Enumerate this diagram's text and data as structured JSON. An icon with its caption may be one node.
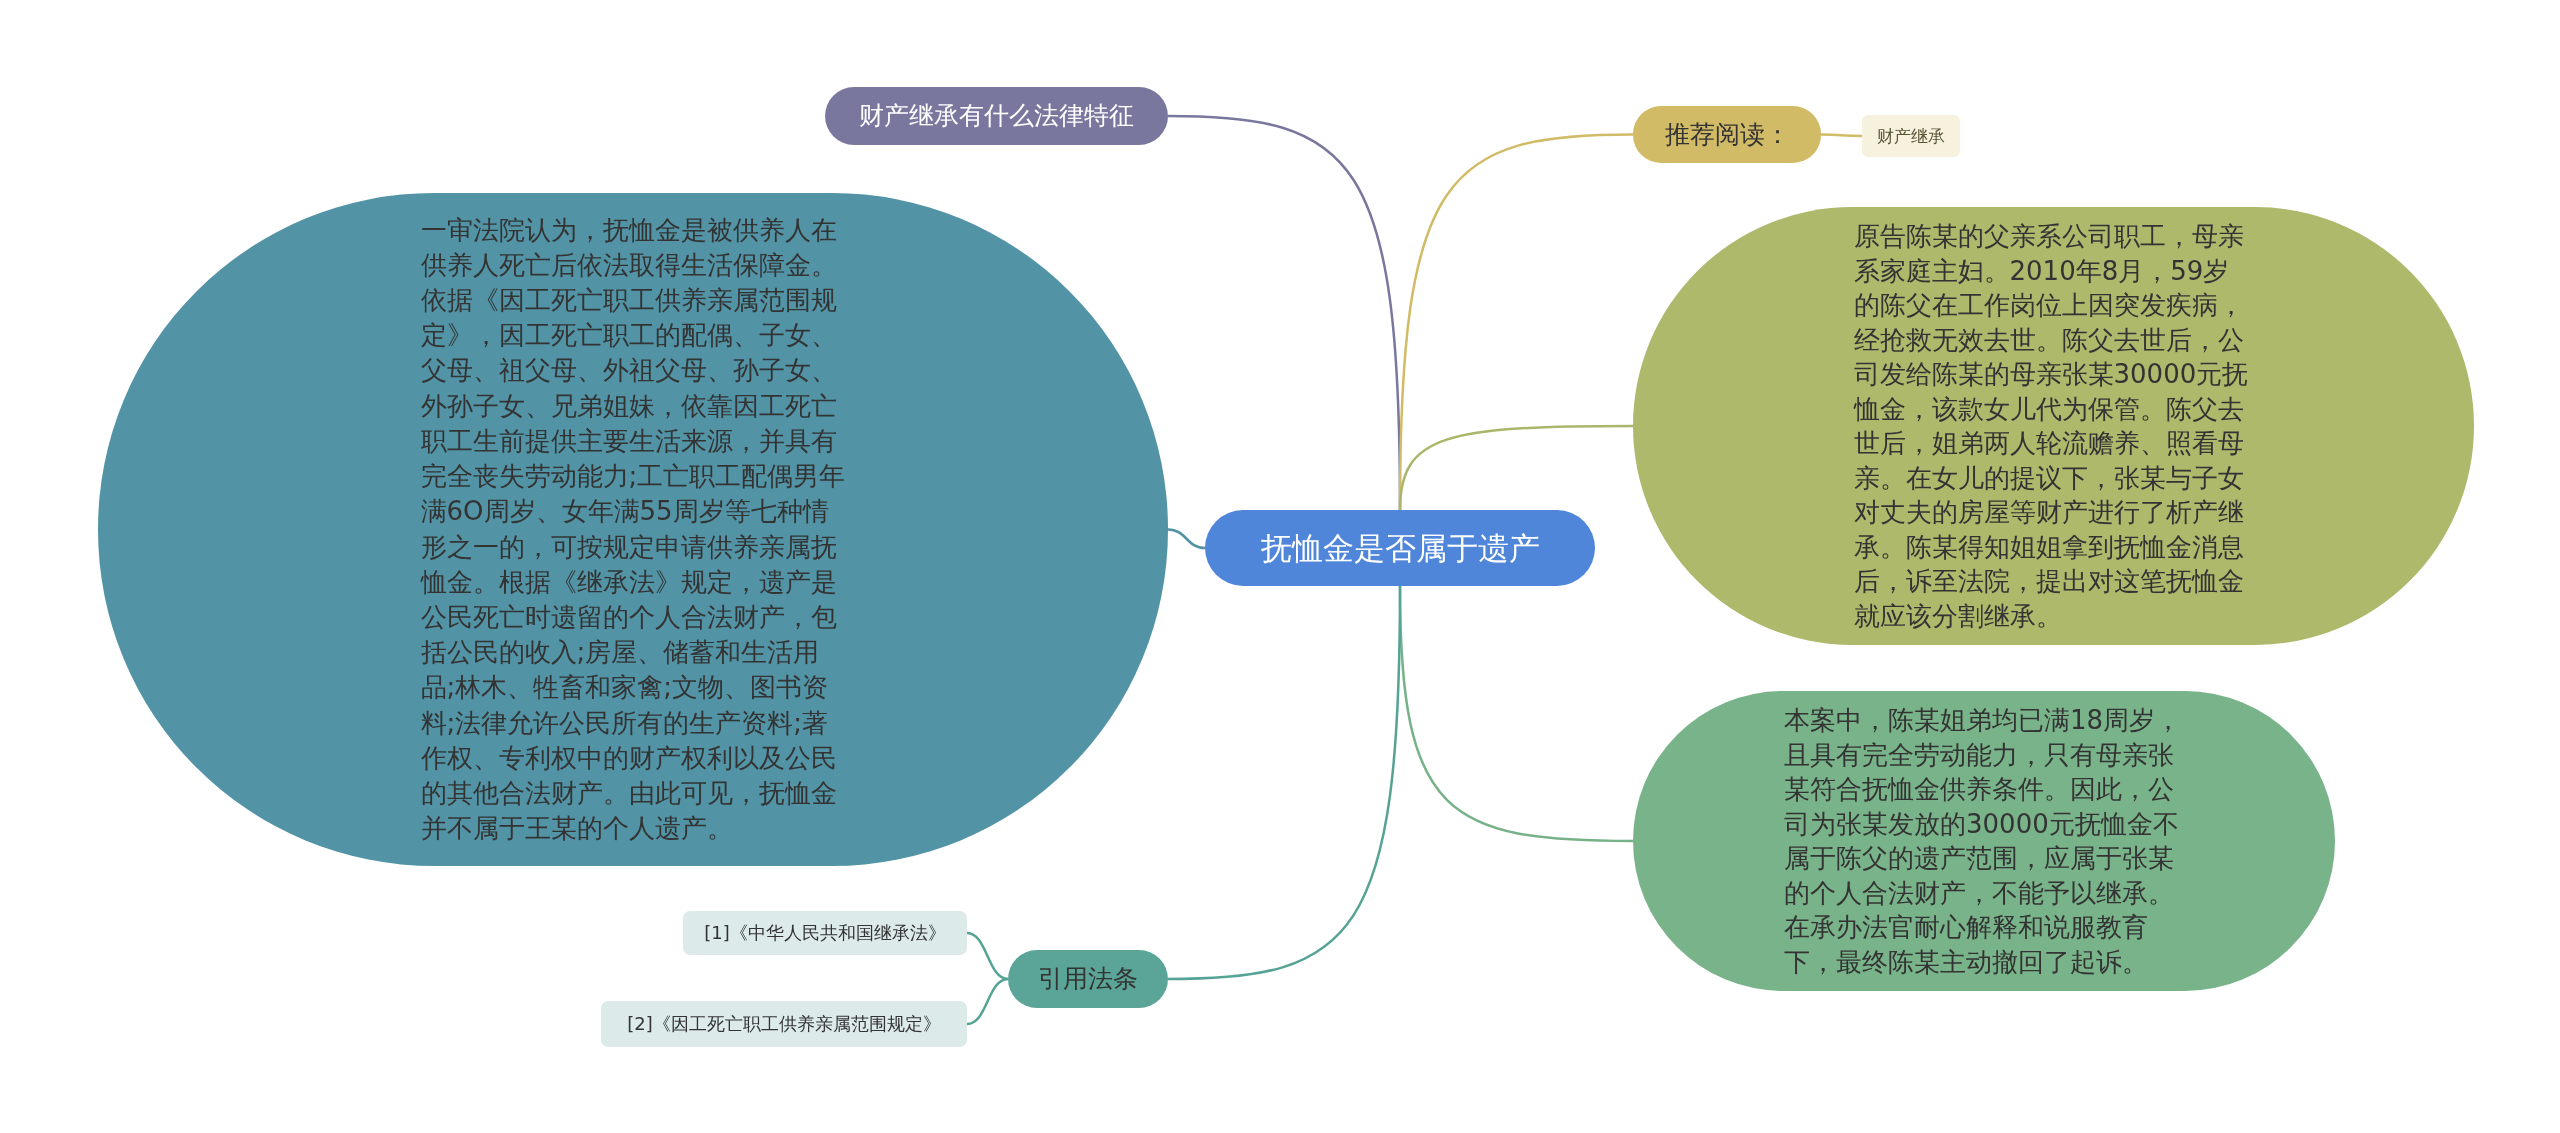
{
  "diagram": {
    "nodes": [
      {
        "text": [
          "抚恤金是否属于遗产"
        ]
      },
      {
        "text": [
          "财产继承有什么法律特征"
        ]
      },
      {
        "text": [
          "推荐阅读："
        ]
      },
      {
        "text": [
          "财产继承"
        ]
      },
      {
        "text": [
          "原告陈某的父亲系公司职工，母亲系家庭主妇。2010年8月，59岁的陈父在工作岗位上因突发疾病，经抢救无效去世。陈父去世后，公司发给陈某的母亲张某30000元抚恤金，该款女儿代为保管。陈父去世后，姐弟两人轮流赡养、照看母亲。在女儿的提议下，张某与子女对丈夫的房屋等财产进行了析产继承。陈某得知姐姐拿到抚恤金消息后，诉至法院，提出对这笔抚恤金就应该分割继承。"
        ]
      },
      {
        "text": [
          "本案中，陈某姐弟均已满18周岁，且具有完全劳动能力，只有母亲张某符合抚恤金供养条件。因此，公司为张某发放的30000元抚恤金不属于陈父的遗产范围，应属于张某的个人合法财产，不能予以继承。在承办法官耐心解释和说服教育下，最终陈某主动撤回了起诉。"
        ]
      },
      {
        "text": [
          "一审法院认为，抚恤金是被供养人在供养人死亡后依法取得生活保障金。依据《因工死亡职工供养亲属范围规定》，因工死亡职工的配偶、子女、父母、祖父母、外祖父母、孙子女、外孙子女、兄弟姐妹，依靠因工死亡职工生前提供主要生活来源，并具有完全丧失劳动能力;工亡职工配偶男年满6O周岁、女年满55周岁等七种情形之一的，可按规定申请供养亲属抚恤金。根据《继承法》规定，遗产是公民死亡时遗留的个人合法财产，包括公民的收入;房屋、储蓄和生活用品;林木、牲畜和家禽;文物、图书资料;法律允许公民所有的生产资料;著作权、专利权中的财产权利以及公民的其他合法财产。由此可见，抚恤金并不属于王某的个人遗产。"
        ]
      },
      {
        "text": [
          "引用法条"
        ]
      },
      {
        "text": [
          "[1]《中华人民共和国继承法》"
        ]
      },
      {
        "text": [
          "[2]《因工死亡职工供养亲属范围规定》"
        ]
      }
    ],
    "edges": [
      {
        "from": 0,
        "to": 1,
        "arrow": "none",
        "color": "#7a779f"
      },
      {
        "from": 0,
        "to": 2,
        "arrow": "none",
        "color": "#d2bb66"
      },
      {
        "from": 2,
        "to": 3,
        "arrow": "none",
        "color": "#d2bb66"
      },
      {
        "from": 0,
        "to": 4,
        "arrow": "none",
        "color": "#aab66a"
      },
      {
        "from": 0,
        "to": 5,
        "arrow": "none",
        "color": "#76b187"
      },
      {
        "from": 0,
        "to": 6,
        "arrow": "none",
        "color": "#5192a5"
      },
      {
        "from": 0,
        "to": 7,
        "arrow": "none",
        "color": "#55a395"
      },
      {
        "from": 7,
        "to": 8,
        "arrow": "none",
        "color": "#55a395"
      },
      {
        "from": 7,
        "to": 9,
        "arrow": "none",
        "color": "#55a395"
      }
    ]
  }
}
